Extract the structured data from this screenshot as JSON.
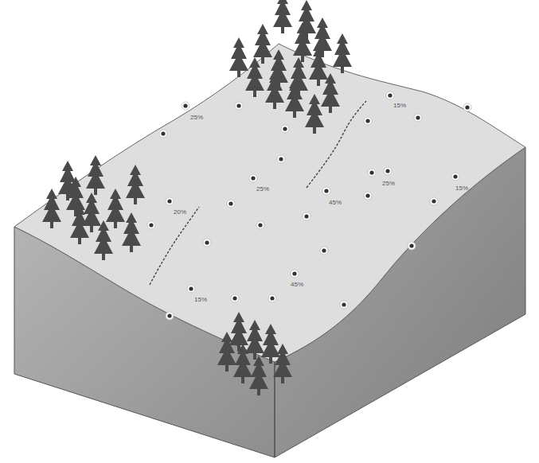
{
  "diagram": {
    "labels": [
      "25%",
      "15%",
      "25%",
      "20%",
      "45%",
      "25%",
      "15%",
      "15%",
      "45%"
    ]
  }
}
